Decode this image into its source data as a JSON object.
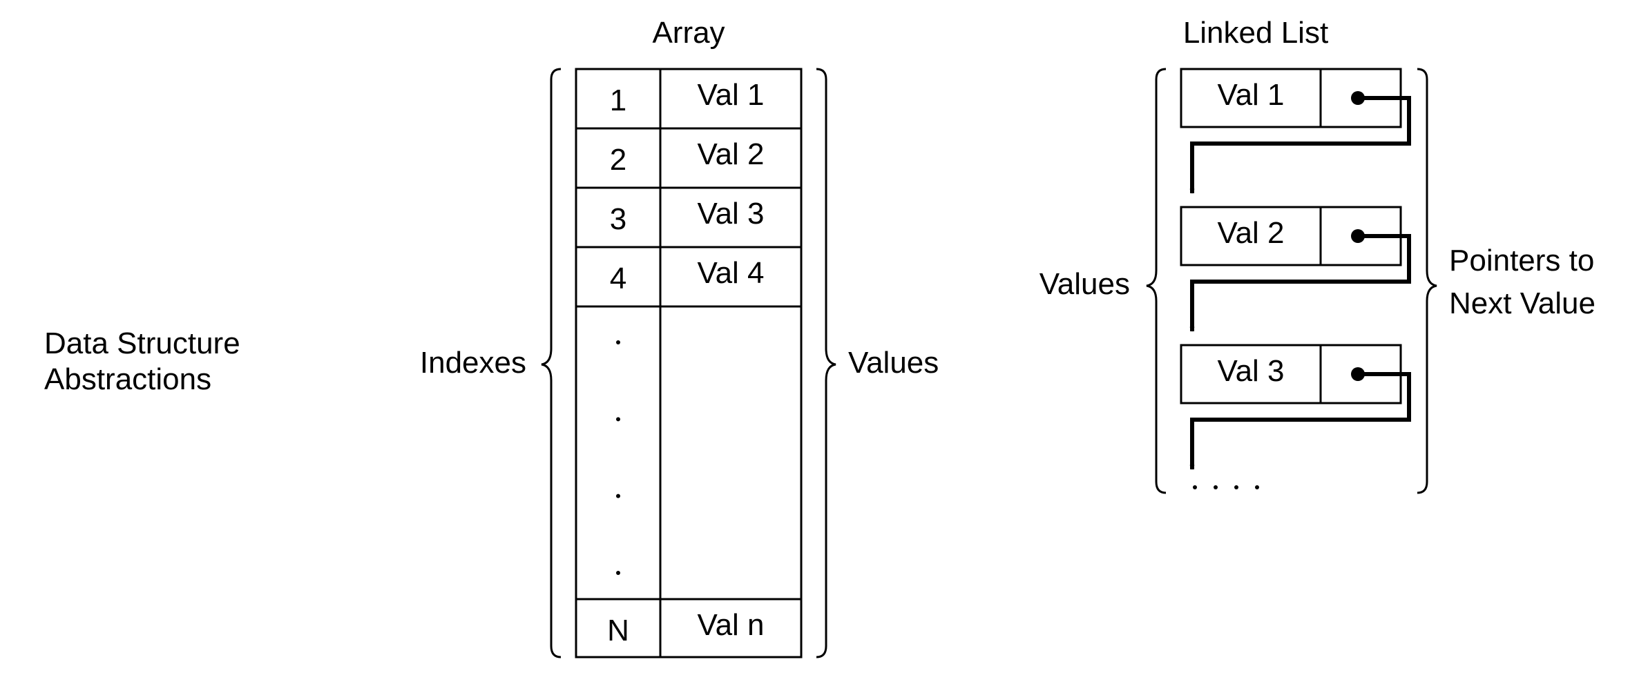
{
  "left_label": {
    "line1": "Data Structure",
    "line2": "Abstractions"
  },
  "array": {
    "title": "Array",
    "left_brace_label": "Indexes",
    "right_brace_label": "Values",
    "rows": [
      {
        "index": "1",
        "value": "Val 1"
      },
      {
        "index": "2",
        "value": "Val 2"
      },
      {
        "index": "3",
        "value": "Val 3"
      },
      {
        "index": "4",
        "value": "Val 4"
      }
    ],
    "gap_rows": 4,
    "last_row": {
      "index": "N",
      "value": "Val n"
    }
  },
  "linked_list": {
    "title": "Linked List",
    "left_brace_label": "Values",
    "right_brace_label": {
      "line1": "Pointers to",
      "line2": "Next Value"
    },
    "nodes": [
      {
        "value": "Val 1"
      },
      {
        "value": "Val 2"
      },
      {
        "value": "Val 3"
      }
    ],
    "continuation_dots": 4
  }
}
